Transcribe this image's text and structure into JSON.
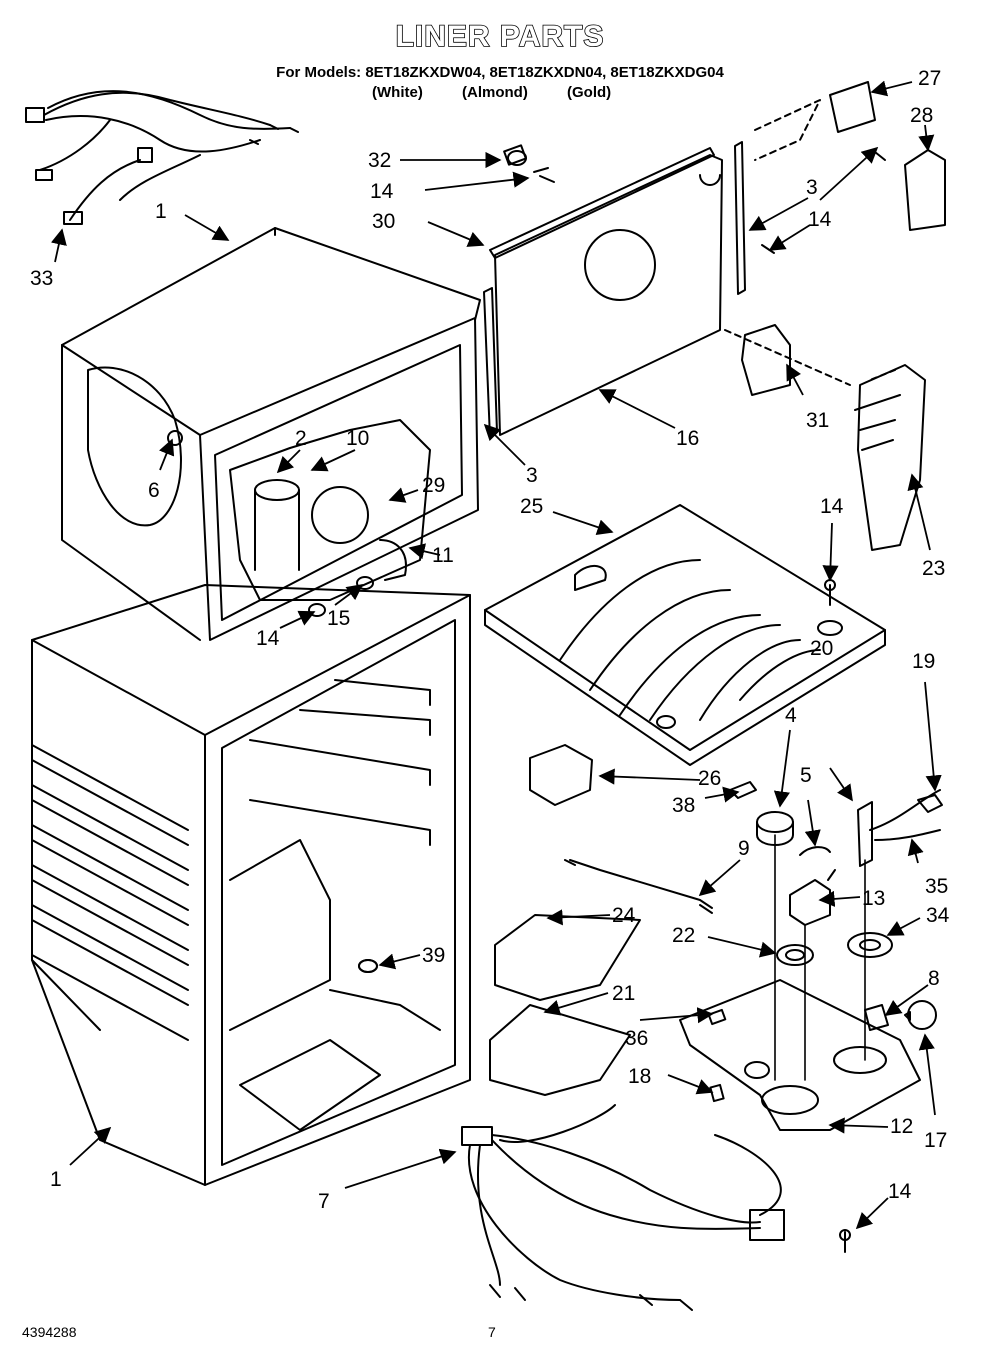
{
  "header": {
    "title": "LINER PARTS",
    "models_line": "For Models: 8ET18ZKXDW04, 8ET18ZKXDN04, 8ET18ZKXDG04",
    "color_white": "(White)",
    "color_almond": "(Almond)",
    "color_gold": "(Gold)"
  },
  "footer": {
    "doc_number": "4394288",
    "page_number": "7"
  },
  "callouts": {
    "c1a": "1",
    "c1b": "1",
    "c2": "2",
    "c3a": "3",
    "c3b": "3",
    "c4": "4",
    "c5": "5",
    "c6": "6",
    "c7": "7",
    "c8": "8",
    "c9": "9",
    "c10": "10",
    "c11": "11",
    "c12": "12",
    "c13": "13",
    "c14a": "14",
    "c14b": "14",
    "c14c": "14",
    "c14d": "14",
    "c14e": "14",
    "c15": "15",
    "c16": "16",
    "c17": "17",
    "c18": "18",
    "c19": "19",
    "c20": "20",
    "c21": "21",
    "c22": "22",
    "c23": "23",
    "c24": "24",
    "c25": "25",
    "c26": "26",
    "c27": "27",
    "c28": "28",
    "c29": "29",
    "c30": "30",
    "c31": "31",
    "c32": "32",
    "c33": "33",
    "c34": "34",
    "c35": "35",
    "c36": "36",
    "c38": "38",
    "c39": "39"
  }
}
